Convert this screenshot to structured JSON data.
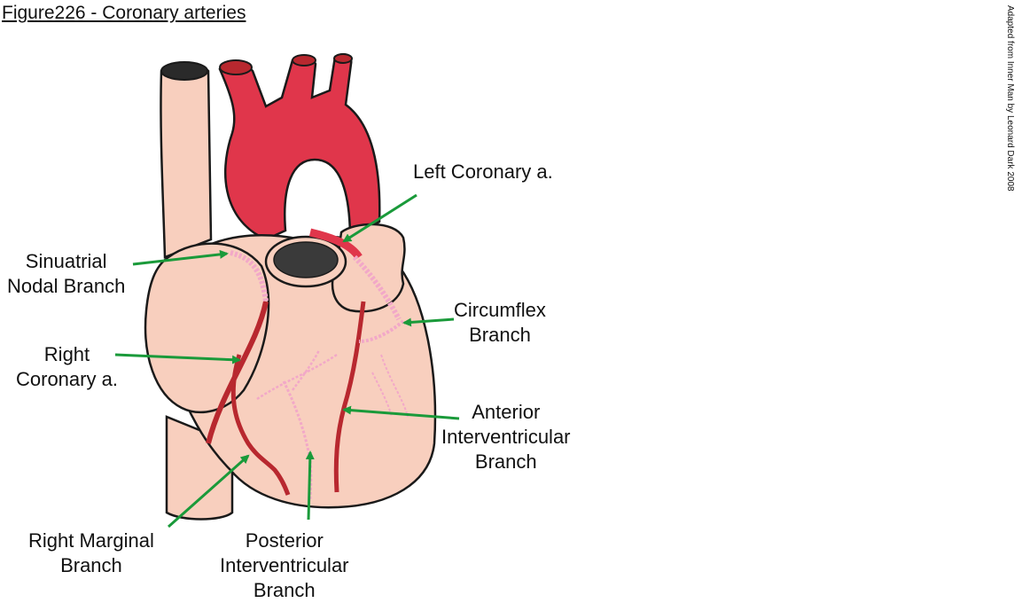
{
  "title": "Figure226 - Coronary arteries",
  "credit": "Adapted from Inner Man by Leonard Dark 2008",
  "colors": {
    "tissue": "#f8cfbe",
    "aorta": "#e0364b",
    "artery_dark": "#b8282f",
    "vessel_pink": "#f2a8c8",
    "arrow": "#1a9a3a",
    "outline": "#1a1a1a"
  },
  "labels": {
    "left_coronary": [
      "Left Coronary a."
    ],
    "sinuatrial": [
      "Sinuatrial",
      "Nodal Branch"
    ],
    "right_coronary": [
      "Right",
      "Coronary a."
    ],
    "circumflex": [
      "Circumflex",
      "Branch"
    ],
    "anterior_iv": [
      "Anterior",
      "Interventricular",
      "Branch"
    ],
    "right_marginal": [
      "Right Marginal",
      "Branch"
    ],
    "posterior_iv": [
      "Posterior",
      "Interventricular",
      "Branch"
    ]
  }
}
